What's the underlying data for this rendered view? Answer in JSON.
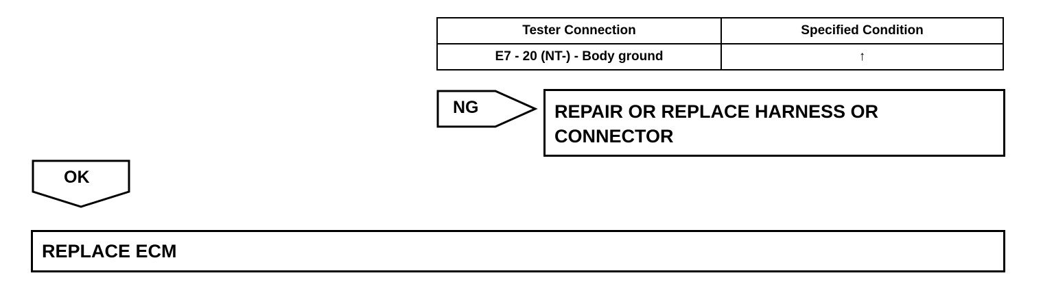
{
  "table": {
    "headers": [
      "Tester Connection",
      "Specified Condition"
    ],
    "rows": [
      [
        "E7 - 20 (NT-) - Body ground",
        "↑"
      ]
    ]
  },
  "ng": {
    "label": "NG",
    "action_line1": "REPAIR OR REPLACE HARNESS OR",
    "action_line2": "CONNECTOR"
  },
  "ok": {
    "label": "OK"
  },
  "final_step": {
    "label": "REPLACE ECM"
  }
}
